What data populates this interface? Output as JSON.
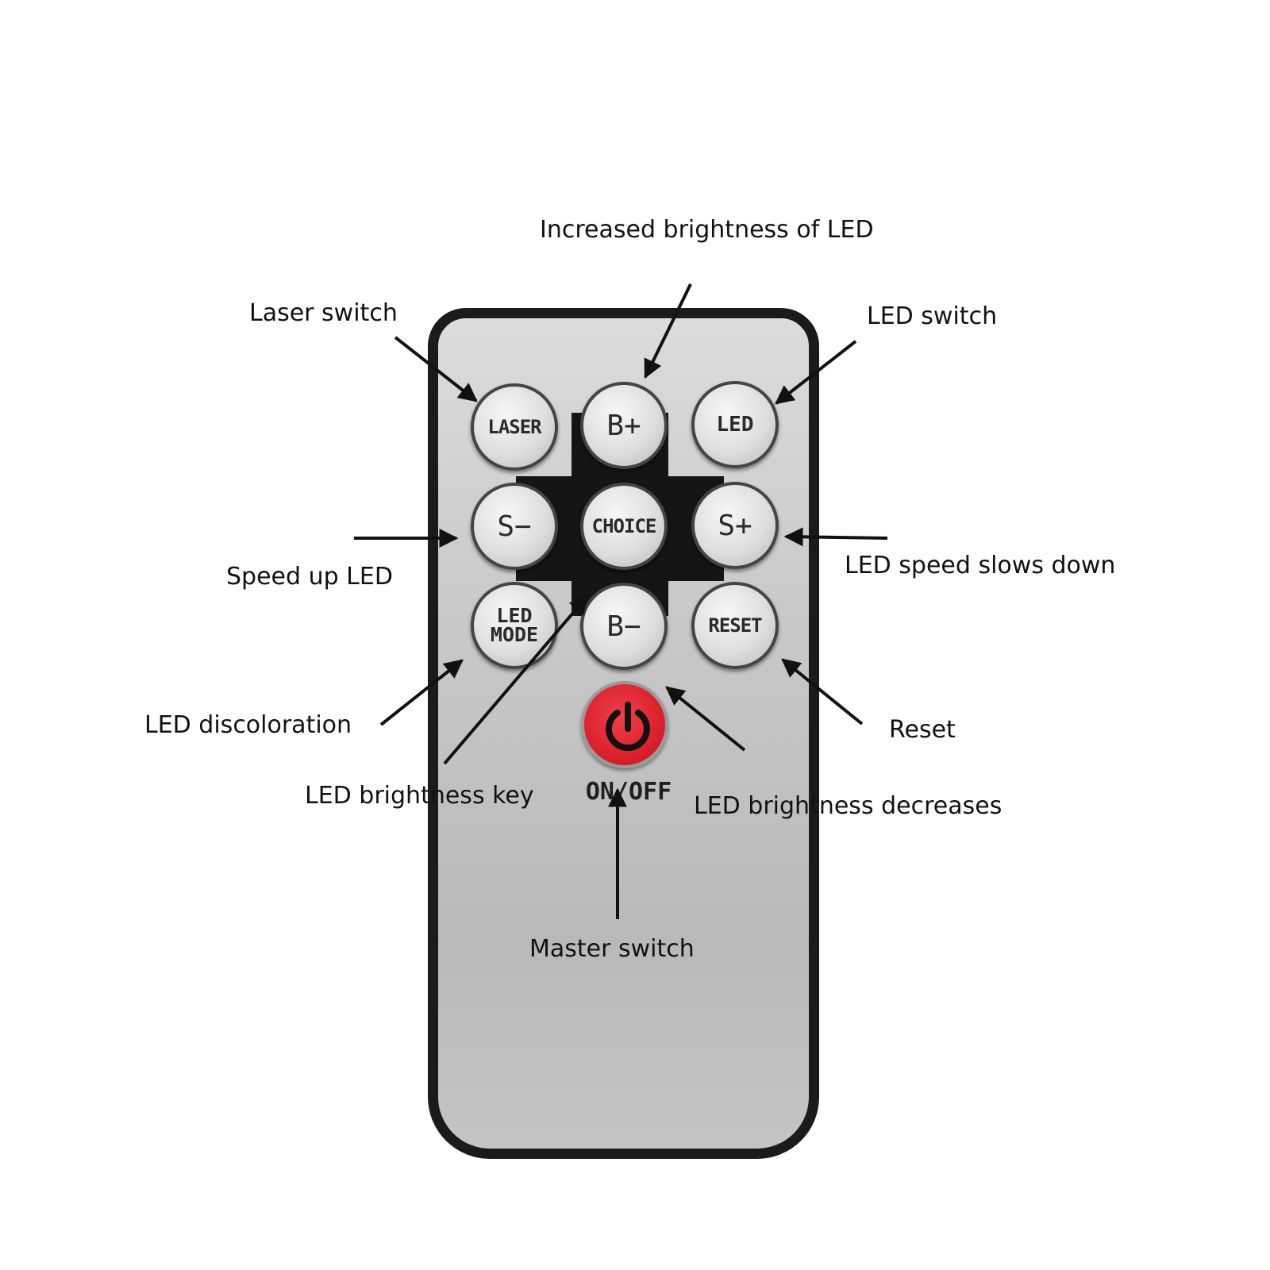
{
  "labels": {
    "increased_brightness": "Increased brightness of  LED",
    "laser_switch": "Laser switch",
    "led_switch": "LED switch",
    "speed_up_led": "Speed up LED",
    "led_speed_slows": "LED speed slows down",
    "led_discoloration": "LED discoloration",
    "reset": "Reset",
    "led_brightness_key": "LED brightness key",
    "led_brightness_decreases": "LED brightness decreases",
    "master_switch": "Master switch"
  },
  "buttons": {
    "laser": "LASER",
    "b_plus": "B+",
    "led": "LED",
    "s_minus": "S−",
    "choice": "CHOICE",
    "s_plus": "S+",
    "led_mode_1": "LED",
    "led_mode_2": "MODE",
    "b_minus": "B−",
    "reset": "RESET",
    "on_off": "ON/OFF"
  },
  "icons": {
    "power": "power-icon"
  },
  "colors": {
    "power_button": "#d91f2a",
    "remote_body": "#c9c9c9",
    "remote_border": "#1b1b1b"
  }
}
